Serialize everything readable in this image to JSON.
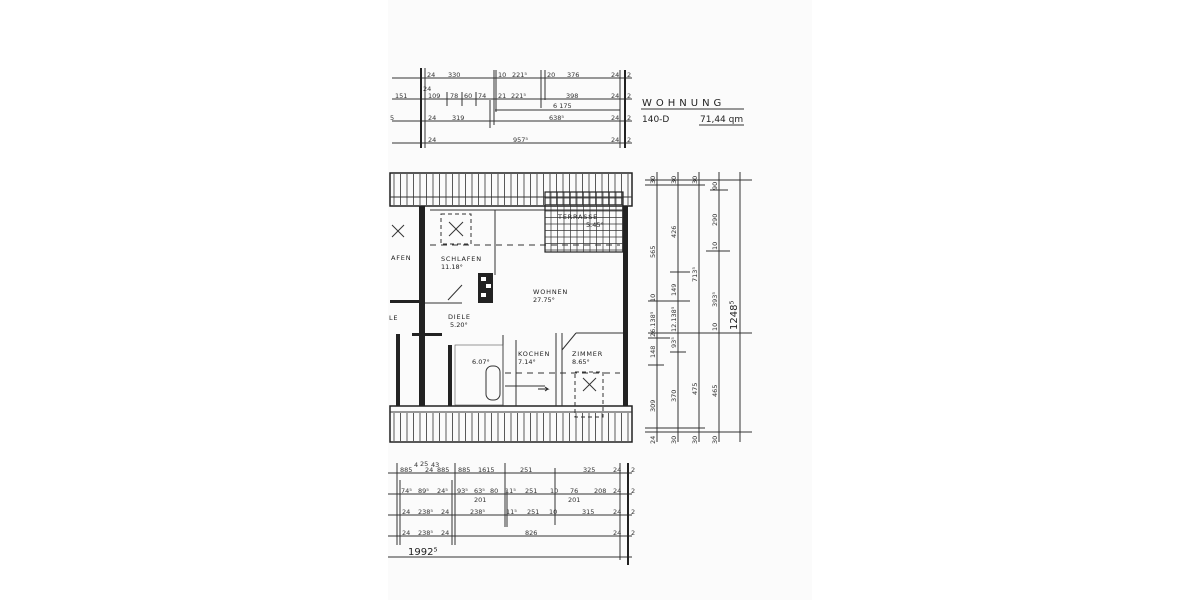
{
  "header": {
    "title": "WOHNUNG",
    "unit": "140-D",
    "area": "71,44 qm"
  },
  "rooms": {
    "terrasse": {
      "name": "TERRASSE",
      "area": "5.45°"
    },
    "schlafen": {
      "name": "SCHLAFEN",
      "area": "11.18°"
    },
    "wohnen": {
      "name": "WOHNEN",
      "area": "27.75°"
    },
    "diele": {
      "name": "DIELE",
      "area": "5.20°"
    },
    "kochen": {
      "name": "KOCHEN",
      "area": "7.14°"
    },
    "zimmer": {
      "name": "ZIMMER",
      "area": "8.65°"
    },
    "bad": {
      "area": "6.07°"
    },
    "left_room_partial": {
      "name": "AFEN"
    },
    "left_room_partial_2": {
      "name": "LE"
    }
  },
  "dimensions": {
    "top": [
      [
        "24",
        "330",
        "10",
        "221⁵",
        "20",
        "376",
        "24",
        "2"
      ],
      [
        "151",
        "24",
        "109",
        "78",
        "60",
        "74",
        "21",
        "221⁵",
        "398",
        "24",
        "2",
        "6 175"
      ],
      [
        "5",
        "24",
        "319",
        "638⁵",
        "24",
        "2"
      ],
      [
        "24",
        "957⁵",
        "24",
        "2"
      ]
    ],
    "bottom": [
      [
        "885",
        "4",
        "25",
        "43",
        "24",
        "885",
        "885",
        "1615",
        "251",
        "325",
        "24",
        "2"
      ],
      [
        "74⁵",
        "89⁵",
        "24⁵",
        "93⁵",
        "63⁵",
        "80",
        "11⁵",
        "251",
        "10",
        "76",
        "208",
        "24",
        "2",
        "201",
        "201"
      ],
      [
        "24",
        "238⁵",
        "24",
        "238⁵",
        "11⁵",
        "251",
        "10",
        "315",
        "24",
        "2"
      ],
      [
        "24",
        "238⁵",
        "24",
        "826",
        "24",
        "2"
      ]
    ],
    "total_width": "1992⁵",
    "right": [
      [
        "30",
        "565",
        "10",
        "26.138⁵",
        "148",
        "309",
        "24"
      ],
      [
        "30",
        "426",
        "149",
        "12.138⁵",
        "93⁵",
        "370",
        "30"
      ],
      [
        "30",
        "713⁵",
        "475",
        "30"
      ],
      [
        "90",
        "290",
        "10",
        "393⁵",
        "10",
        "465",
        "30"
      ]
    ],
    "total_depth": "1248⁵"
  }
}
